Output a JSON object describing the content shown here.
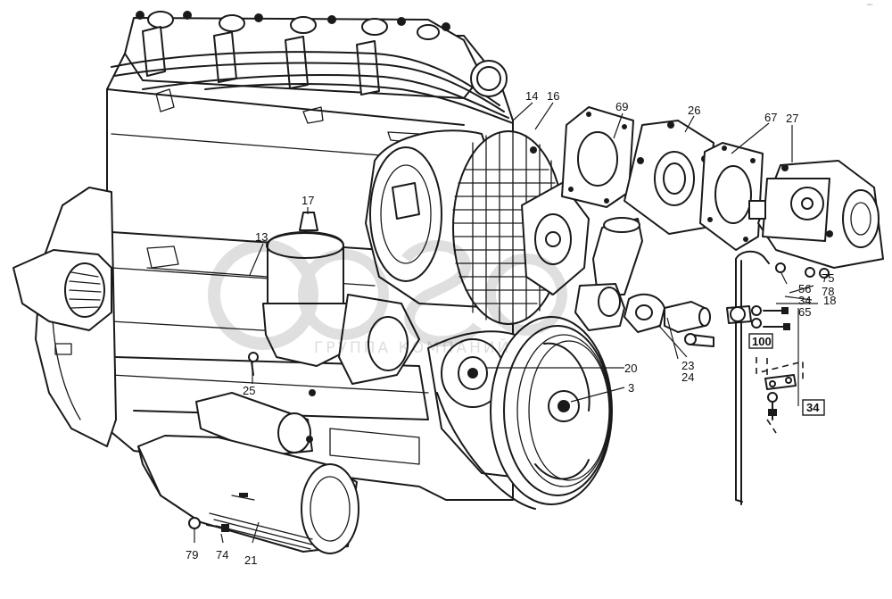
{
  "watermark": {
    "subtitle": "ГРУППА КОМПАНИЙ"
  },
  "corner_mark": "ᵃ°ⁿ",
  "callouts": {
    "c14": "14",
    "c16": "16",
    "c69": "69",
    "c26": "26",
    "c67": "67",
    "c27": "27",
    "c17": "17",
    "c13": "13",
    "c75": "75",
    "c56": "56",
    "c78": "78",
    "c34": "34",
    "c18": "18",
    "c65": "65",
    "c100": "100",
    "c34b": "34",
    "c20": "20",
    "c3": "3",
    "c23": "23",
    "c24": "24",
    "c25": "25",
    "c79": "79",
    "c74": "74",
    "c21": "21"
  },
  "icons": [
    "engine-block",
    "fuel-injection-pipes",
    "alternator-fan-shroud",
    "oil-filter",
    "starter-motor",
    "crankshaft-pulley",
    "water-pump",
    "gasket",
    "hydraulic-pump",
    "dipstick-tube"
  ]
}
